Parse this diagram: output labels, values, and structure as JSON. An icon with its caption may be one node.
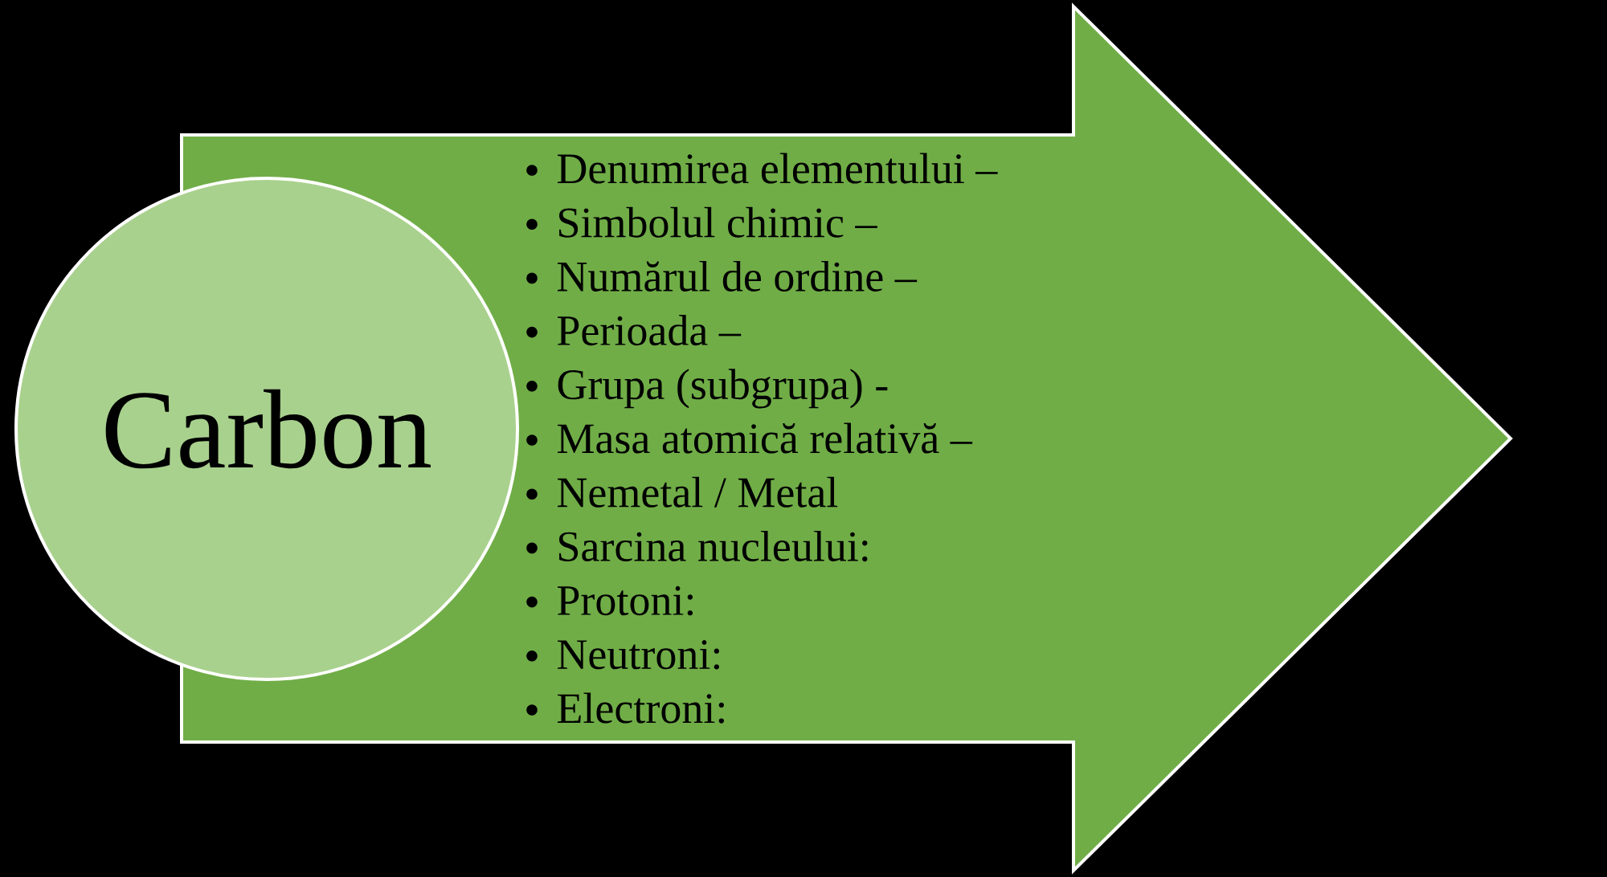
{
  "diagram": {
    "nodes": [
      {
        "text": [
          "Carbon"
        ]
      },
      {
        "text": [
          "Denumirea elementului –",
          "Simbolul chimic –",
          "Numărul de ordine –",
          "Perioada –",
          "Grupa (subgrupa) -",
          "Masa atomică relativă –",
          "Nemetal / Metal",
          "Sarcina nucleului:",
          "Protoni:",
          "Neutroni:",
          "Electroni:"
        ]
      }
    ]
  }
}
